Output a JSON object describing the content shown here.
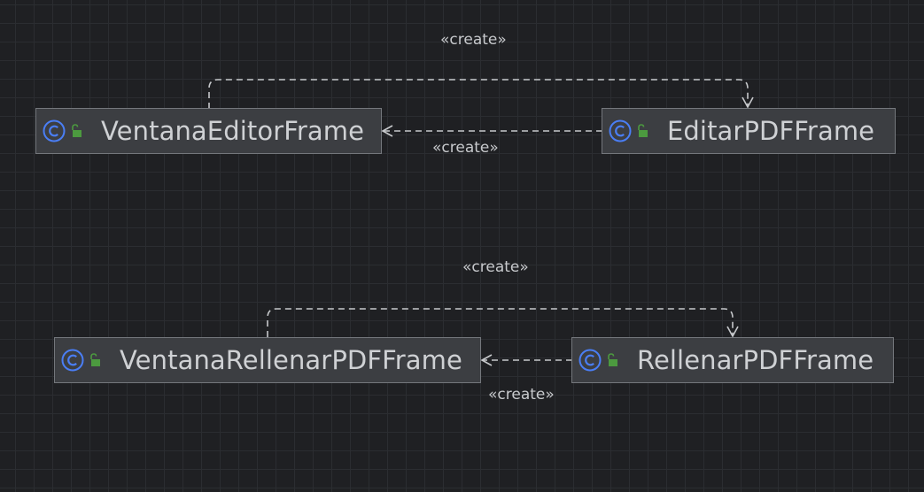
{
  "diagram": {
    "nodes": [
      {
        "id": "ventana-editor",
        "label": "VentanaEditorFrame",
        "kind": "class",
        "visibility": "public"
      },
      {
        "id": "editar-pdf",
        "label": "EditarPDFFrame",
        "kind": "class",
        "visibility": "public"
      },
      {
        "id": "ventana-rellenar",
        "label": "VentanaRellenarPDFFrame",
        "kind": "class",
        "visibility": "public"
      },
      {
        "id": "rellenar-pdf",
        "label": "RellenarPDFFrame",
        "kind": "class",
        "visibility": "public"
      }
    ],
    "edges": [
      {
        "from": "VentanaEditorFrame",
        "to": "EditarPDFFrame",
        "label": "«create»",
        "style": "dashed"
      },
      {
        "from": "EditarPDFFrame",
        "to": "VentanaEditorFrame",
        "label": "«create»",
        "style": "dashed"
      },
      {
        "from": "VentanaRellenarPDFFrame",
        "to": "RellenarPDFFrame",
        "label": "«create»",
        "style": "dashed"
      },
      {
        "from": "RellenarPDFFrame",
        "to": "VentanaRellenarPDFFrame",
        "label": "«create»",
        "style": "dashed"
      }
    ]
  },
  "colors": {
    "background": "#1f2023",
    "node_fill": "#3c3e42",
    "node_border": "#74777c",
    "class_icon": "#4a7ef5",
    "lock_icon": "#4c9a3f",
    "edge": "#c7c9cc"
  },
  "icons": {
    "class": "class-c-icon",
    "visibility": "unlocked-lock-icon"
  }
}
